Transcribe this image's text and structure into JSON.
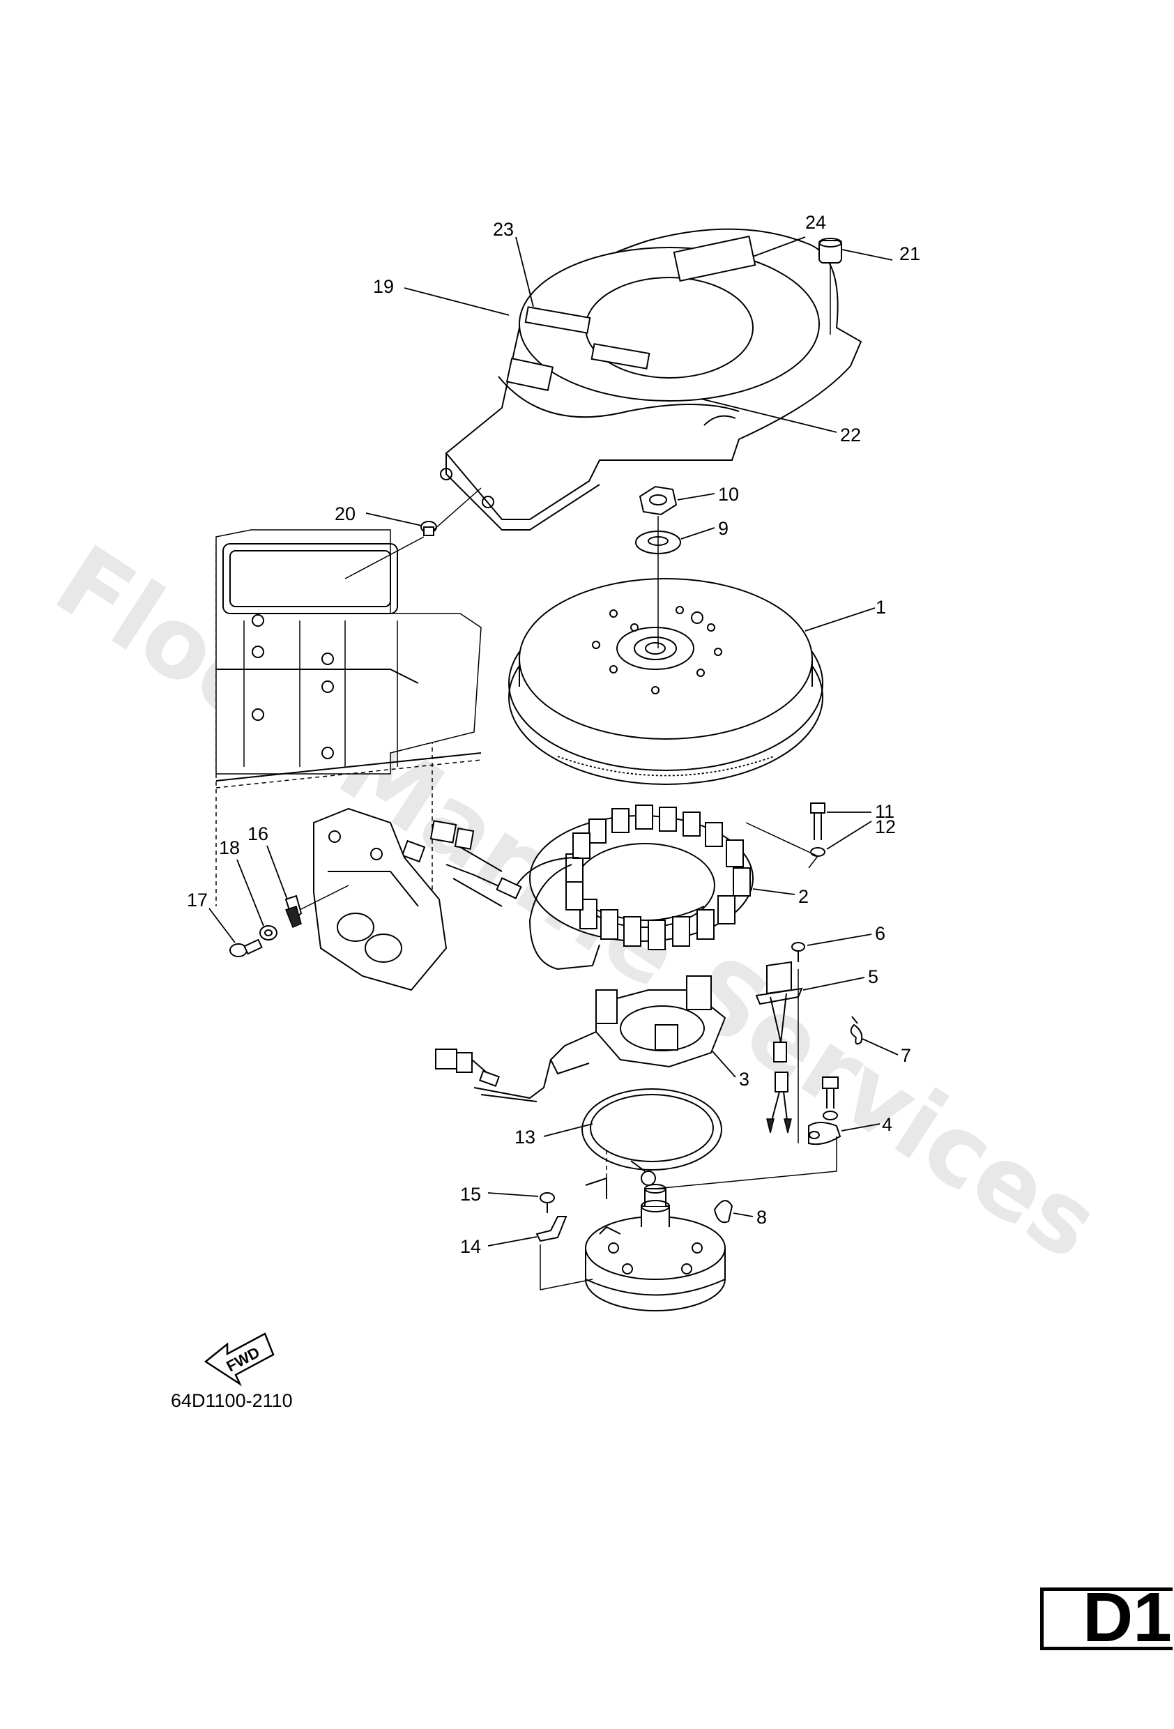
{
  "diagram": {
    "watermark": "Flood Marine Services",
    "part_code": "64D1100-2110",
    "page_label": "D1",
    "direction_label": "FWD",
    "callouts": [
      "1",
      "2",
      "3",
      "4",
      "5",
      "6",
      "7",
      "8",
      "9",
      "10",
      "11",
      "12",
      "13",
      "14",
      "15",
      "16",
      "17",
      "18",
      "19",
      "20",
      "21",
      "22",
      "23",
      "24"
    ]
  }
}
